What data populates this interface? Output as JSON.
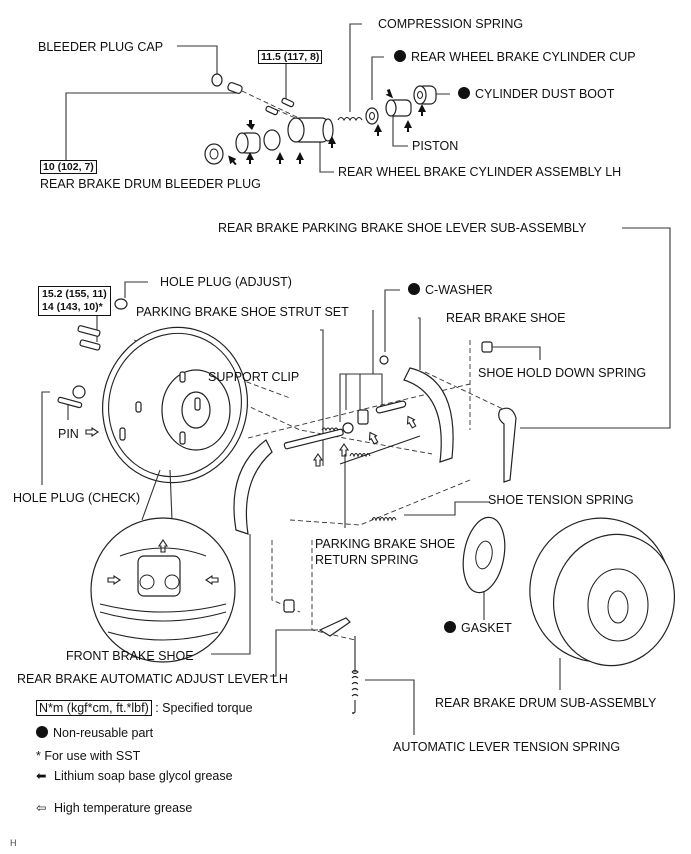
{
  "diagram": {
    "title": "Rear drum brake exploded view (LH)",
    "labels": {
      "compression_spring": "COMPRESSION SPRING",
      "bleeder_plug_cap": "BLEEDER PLUG CAP",
      "cylinder_cup": "REAR WHEEL BRAKE CYLINDER CUP",
      "cylinder_dust_boot": "CYLINDER DUST BOOT",
      "piston": "PISTON",
      "bleeder_plug": "REAR BRAKE DRUM BLEEDER PLUG",
      "cylinder_assembly": "REAR WHEEL BRAKE CYLINDER ASSEMBLY LH",
      "parking_lever": "REAR BRAKE PARKING BRAKE SHOE LEVER SUB-ASSEMBLY",
      "hole_plug_adjust": "HOLE PLUG (ADJUST)",
      "c_washer": "C-WASHER",
      "strut_set": "PARKING BRAKE SHOE STRUT SET",
      "rear_brake_shoe": "REAR  BRAKE SHOE",
      "support_clip": "SUPPORT CLIP",
      "shoe_hold_down_spring": "SHOE HOLD DOWN SPRING",
      "pin": "PIN",
      "hole_plug_check": "HOLE PLUG (CHECK)",
      "shoe_tension_spring": "SHOE TENSION SPRING",
      "return_spring_line1": "PARKING BRAKE SHOE",
      "return_spring_line2": "RETURN SPRING",
      "gasket": "GASKET",
      "front_brake_shoe": "FRONT BRAKE SHOE",
      "adjust_lever": "REAR BRAKE AUTOMATIC ADJUST LEVER LH",
      "drum": "REAR BRAKE DRUM SUB-ASSEMBLY",
      "lever_tension_spring": "AUTOMATIC LEVER TENSION SPRING"
    },
    "torques": {
      "cylinder_bolt": "11.5 (117, 8)",
      "bleeder_plug": "10 (102, 7)",
      "backing_plate_line1": "15.2 (155, 11)",
      "backing_plate_line2": "14 (143, 10)*"
    },
    "non_reusable_parts": [
      "cylinder_cup",
      "cylinder_dust_boot",
      "c_washer",
      "gasket"
    ]
  },
  "legend": {
    "torque_unit": "N*m (kgf*cm, ft.*lbf)",
    "torque_desc": ": Specified torque",
    "non_reusable": "Non-reusable part",
    "sst": "* For use with SST",
    "lithium": "Lithium soap base glycol grease",
    "high_temp": "High temperature grease"
  },
  "footer": {
    "code": "H"
  }
}
